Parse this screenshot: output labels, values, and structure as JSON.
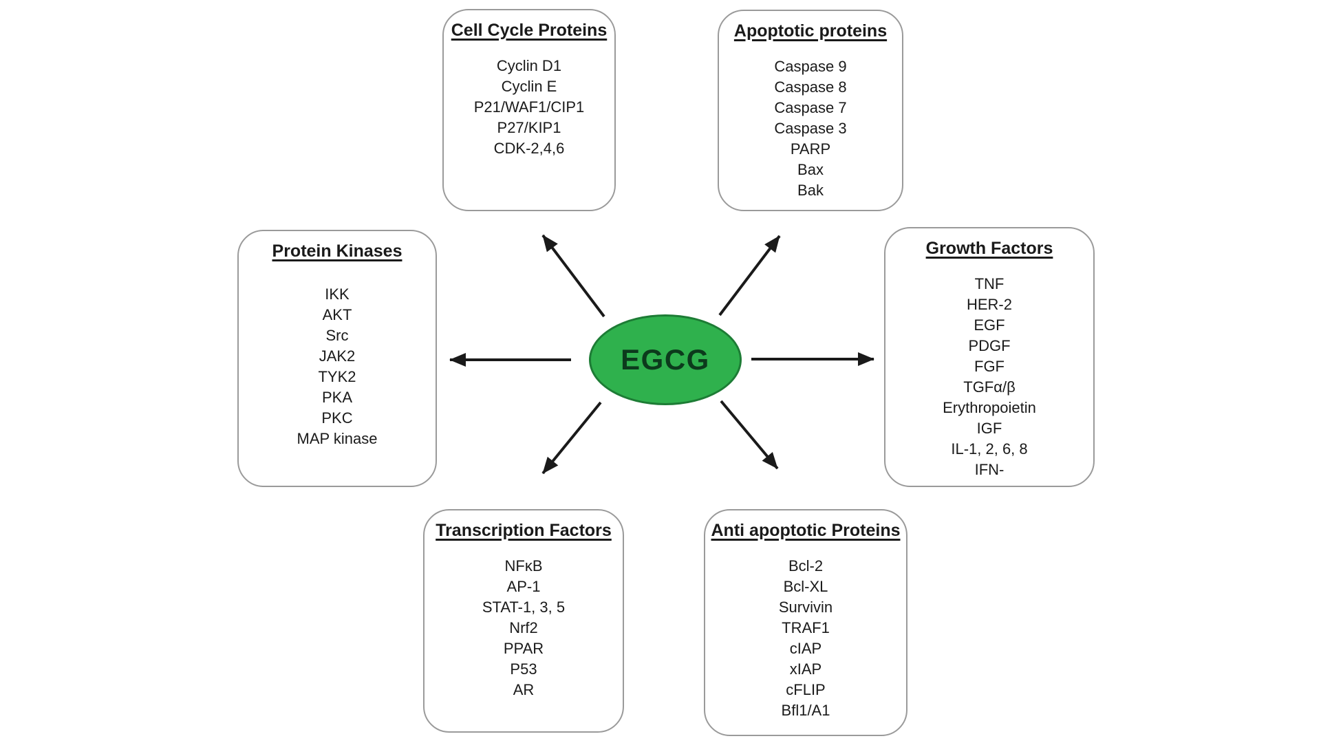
{
  "diagram": {
    "center": {
      "label": "EGCG"
    },
    "colors": {
      "background": "#ffffff",
      "text": "#1a1a1a",
      "arrow": "#1a1a1a",
      "box-border": "#9a9a9a",
      "ellipse-fill": "#2fb14d",
      "ellipse-border": "#1d7c35",
      "ellipse-text": "#0c3a1c"
    },
    "boxes": [
      {
        "id": "cell-cycle-proteins",
        "title": "Cell Cycle Proteins",
        "items": [
          "Cyclin D1",
          "Cyclin E",
          "P21/WAF1/CIP1",
          "P27/KIP1",
          "CDK-2,4,6"
        ]
      },
      {
        "id": "apoptotic-proteins",
        "title": "Apoptotic proteins",
        "items": [
          "Caspase 9",
          "Caspase 8",
          "Caspase 7",
          "Caspase 3",
          "PARP",
          "Bax",
          "Bak"
        ]
      },
      {
        "id": "protein-kinases",
        "title": "Protein Kinases",
        "items": [
          "IKK",
          "AKT",
          "Src",
          "JAK2",
          "TYK2",
          "PKA",
          "PKC",
          "MAP kinase"
        ]
      },
      {
        "id": "growth-factors",
        "title": "Growth Factors",
        "items": [
          "TNF",
          "HER-2",
          "EGF",
          "PDGF",
          "FGF",
          "TGFα/β",
          "Erythropoietin",
          "IGF",
          "IL-1, 2, 6, 8",
          "IFN-"
        ]
      },
      {
        "id": "transcription-factors",
        "title": "Transcription Factors",
        "items": [
          "NFκB",
          "AP-1",
          "STAT-1, 3, 5",
          "Nrf2",
          "PPAR",
          "P53",
          "AR"
        ]
      },
      {
        "id": "anti-apoptotic-proteins",
        "title": "Anti apoptotic Proteins",
        "items": [
          "Bcl-2",
          "Bcl-XL",
          "Survivin",
          "TRAF1",
          "cIAP",
          "xIAP",
          "cFLIP",
          "Bfl1/A1"
        ]
      }
    ],
    "arrows": [
      {
        "from": "egcg",
        "to": "cell-cycle-proteins"
      },
      {
        "from": "egcg",
        "to": "apoptotic-proteins"
      },
      {
        "from": "egcg",
        "to": "protein-kinases"
      },
      {
        "from": "egcg",
        "to": "growth-factors"
      },
      {
        "from": "egcg",
        "to": "transcription-factors"
      },
      {
        "from": "egcg",
        "to": "anti-apoptotic-proteins"
      }
    ]
  }
}
